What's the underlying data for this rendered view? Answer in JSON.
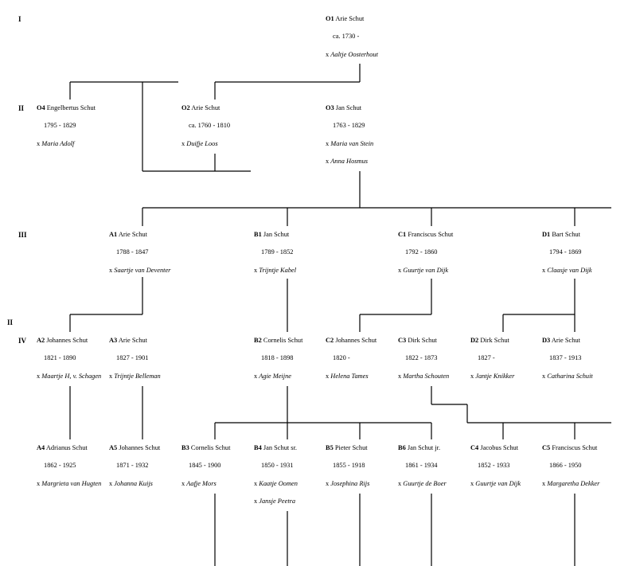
{
  "generations": {
    "g1": "I",
    "g2": "II",
    "g2b": "II",
    "g3": "III",
    "g4": "IV"
  },
  "persons": {
    "O1": {
      "code": "O1",
      "name": "Arie Schut",
      "dates": "ca. 1730 -",
      "spouses": [
        "Aaltje Oosterhout"
      ]
    },
    "O4": {
      "code": "O4",
      "name": "Engelbertus Schut",
      "dates": "1795 - 1829",
      "spouses": [
        "Maria Adolf"
      ]
    },
    "O2": {
      "code": "O2",
      "name": "Arie Schut",
      "dates": "ca. 1760 - 1810",
      "spouses": [
        "Duifje Loos"
      ]
    },
    "O3": {
      "code": "O3",
      "name": "Jan Schut",
      "dates": "1763 - 1829",
      "spouses": [
        "Maria van Stein",
        "Anna Hosmus"
      ]
    },
    "A1": {
      "code": "A1",
      "name": "Arie Schut",
      "dates": "1788 - 1847",
      "spouses": [
        "Saartje van Deventer"
      ]
    },
    "B1": {
      "code": "B1",
      "name": "Jan Schut",
      "dates": "1789 - 1852",
      "spouses": [
        "Trijntje Kabel"
      ]
    },
    "C1": {
      "code": "C1",
      "name": "Franciscus Schut",
      "dates": "1792 - 1860",
      "spouses": [
        "Guurtje van Dijk"
      ]
    },
    "D1": {
      "code": "D1",
      "name": "Bart Schut",
      "dates": "1794 - 1869",
      "spouses": [
        "Claasje van Dijk"
      ]
    },
    "A2": {
      "code": "A2",
      "name": "Johannes Schut",
      "dates": "1821 - 1890",
      "spouses": [
        "Maartje H, v. Schagen"
      ]
    },
    "A3": {
      "code": "A3",
      "name": "Arie Schut",
      "dates": "1827 - 1901",
      "spouses": [
        "Trijntje Belleman"
      ]
    },
    "B2": {
      "code": "B2",
      "name": "Cornelis Schut",
      "dates": "1818 - 1898",
      "spouses": [
        "Agie Meijne"
      ]
    },
    "C2": {
      "code": "C2",
      "name": "Johannes Schut",
      "dates": "1820 -",
      "spouses": [
        "Helena Tames"
      ]
    },
    "C3": {
      "code": "C3",
      "name": "Dirk Schut",
      "dates": "1822 - 1873",
      "spouses": [
        "Martha Schouten"
      ]
    },
    "D2": {
      "code": "D2",
      "name": "Dirk Schut",
      "dates": "1827 -",
      "spouses": [
        "Jantje Knikker"
      ]
    },
    "D3": {
      "code": "D3",
      "name": "Arie Schut",
      "dates": "1837 - 1913",
      "spouses": [
        "Catharina Schuit"
      ]
    },
    "A4": {
      "code": "A4",
      "name": "Adrianus Schut",
      "dates": "1862 - 1925",
      "spouses": [
        "Margrieta van Hugten"
      ]
    },
    "A5": {
      "code": "A5",
      "name": "Johannes Schut",
      "dates": "1871 - 1932",
      "spouses": [
        "Johanna Kuijs"
      ]
    },
    "B3": {
      "code": "B3",
      "name": "Cornelis Schut",
      "dates": "1845 - 1900",
      "spouses": [
        "Aafje Mors"
      ]
    },
    "B4": {
      "code": "B4",
      "name": "Jan Schut sr.",
      "dates": "1850 - 1931",
      "spouses": [
        "Kaatje Oomen",
        "Jansje Peetra"
      ]
    },
    "B5": {
      "code": "B5",
      "name": "Pieter Schut",
      "dates": "1855 - 1918",
      "spouses": [
        "Josephina Rijs"
      ]
    },
    "B6": {
      "code": "B6",
      "name": "Jan Schut jr.",
      "dates": "1861 - 1934",
      "spouses": [
        "Guurtje de Boer"
      ]
    },
    "C4": {
      "code": "C4",
      "name": "Jacobus Schut",
      "dates": "1852 - 1933",
      "spouses": [
        "Guurtje van Dijk"
      ]
    },
    "C5": {
      "code": "C5",
      "name": "Franciscus Schut",
      "dates": "1866 - 1950",
      "spouses": [
        "Margaretha Dekker"
      ]
    }
  },
  "marriage_prefix": "x"
}
